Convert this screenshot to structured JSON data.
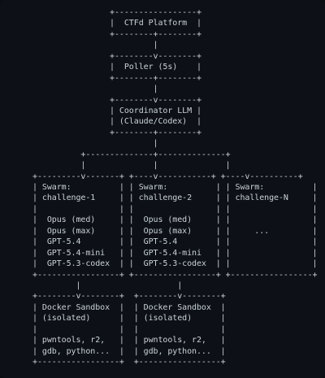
{
  "diagram": {
    "lines": [
      "                +-----------------+",
      "                |  CTFd Platform  |",
      "                +--------+--------+",
      "                         |",
      "                +--------v--------+",
      "                |  Poller (5s)    |",
      "                +--------+--------+",
      "                         |",
      "                +--------v--------+",
      "                | Coordinator LLM |",
      "                | (Claude/Codex)  |",
      "                +--------+--------+",
      "                         |",
      "          +--------------+--------------+",
      "          |              |              |",
      "+---------v-------+ +----v-----------+ +----v----------+",
      "| Swarm:          | | Swarm:          | | Swarm:          |",
      "| challenge-1     | | challenge-2     | | challenge-N     |",
      "|                 | |                 | |                 |",
      "|  Opus (med)     | |  Opus (med)     | |                 |",
      "|  Opus (max)     | |  Opus (max)     | |     ...         |",
      "|  GPT-5.4        | |  GPT-5.4        | |                 |",
      "|  GPT-5.4-mini   | |  GPT-5.4-mini   | |                 |",
      "|  GPT-5.3-codex  | |  GPT-5.3-codex  | |                 |",
      "+-----------------+ +-----------------+ +-----------------+",
      "         |                    |",
      "+--------v--------+  +--------v--------+",
      "| Docker Sandbox  |  | Docker Sandbox  |",
      "| (isolated)      |  | (isolated)      |",
      "|                 |  |                 |",
      "| pwntools, r2,   |  | pwntools, r2,   |",
      "| gdb, python...  |  | gdb, python...  |",
      "+-----------------+  +-----------------+"
    ]
  }
}
